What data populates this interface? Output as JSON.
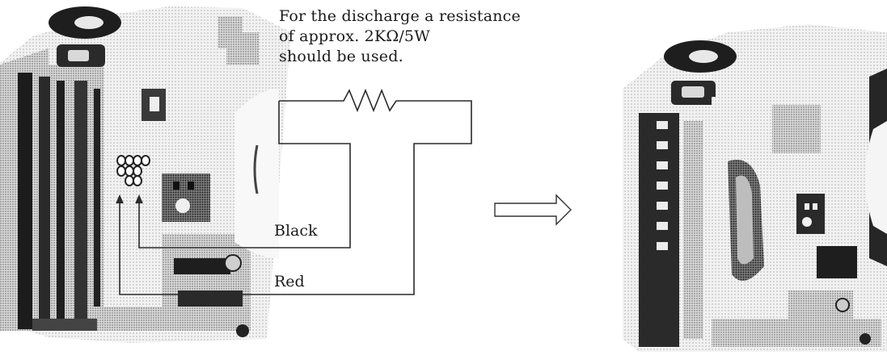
{
  "note": {
    "line1": "For the discharge a resistance",
    "line2": "of approx. 2KΩ/5W",
    "line3": "should be used."
  },
  "wires": {
    "black_label": "Black",
    "red_label": "Red"
  }
}
